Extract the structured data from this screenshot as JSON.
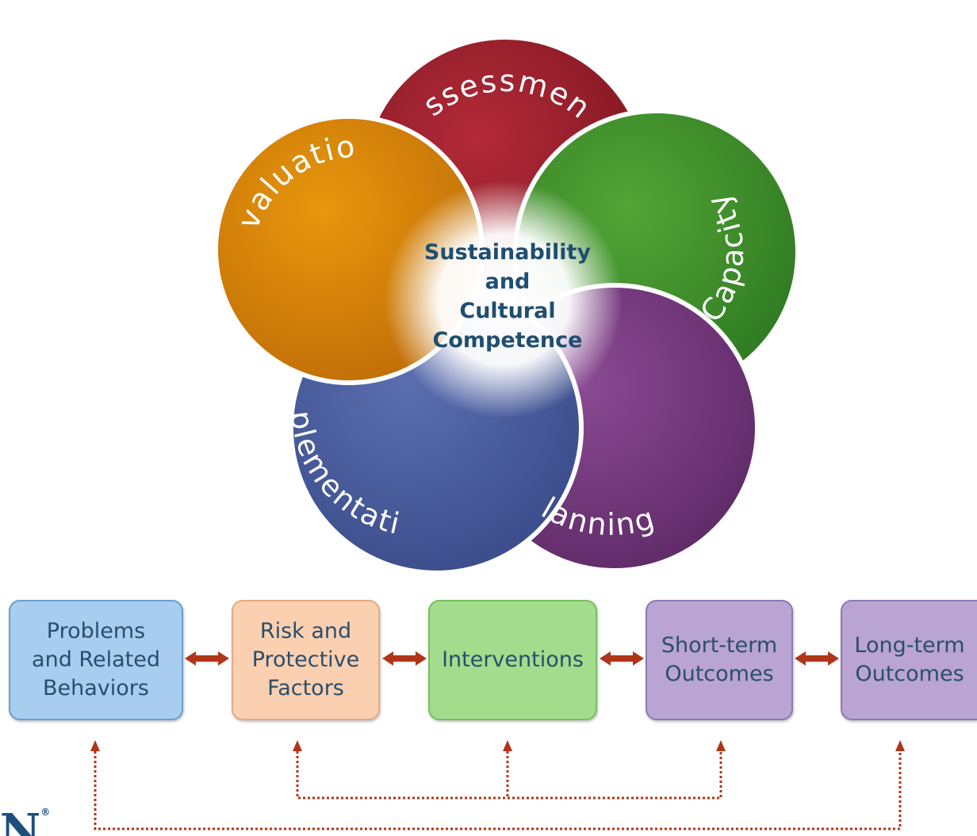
{
  "wheel": {
    "segments": [
      {
        "id": "assessment",
        "label": "Assessment",
        "color": "#b32a38",
        "dark": "#7d1620"
      },
      {
        "id": "capacity",
        "label": "Capacity",
        "color": "#52a536",
        "dark": "#2f7a22"
      },
      {
        "id": "planning",
        "label": "Planning",
        "color": "#8a4a92",
        "dark": "#5f2a68"
      },
      {
        "id": "implementation",
        "label": "Implementation",
        "color": "#5b6eaf",
        "dark": "#3a4c8a"
      },
      {
        "id": "evaluation",
        "label": "Evaluation",
        "color": "#e8970c",
        "dark": "#c06e08"
      }
    ],
    "center_lines": [
      "Sustainability",
      "and",
      "Cultural",
      "Competence"
    ]
  },
  "flow": {
    "boxes": [
      {
        "id": "problems",
        "label": "Problems\nand Related\nBehaviors",
        "fill": "#a8cdee",
        "border": "#6a9fcf"
      },
      {
        "id": "risk",
        "label": "Risk and\nProtective\nFactors",
        "fill": "#fbd0b0",
        "border": "#e3aa84"
      },
      {
        "id": "interventions",
        "label": "Interventions",
        "fill": "#a3dc8c",
        "border": "#77bf5d"
      },
      {
        "id": "short_term",
        "label": "Short-term\nOutcomes",
        "fill": "#b9a4d3",
        "border": "#8f78b3"
      },
      {
        "id": "long_term",
        "label": "Long-term\nOutcomes",
        "fill": "#b9a4d3",
        "border": "#8f78b3"
      }
    ],
    "arrow_color": "#b03518",
    "feedback_color": "#b03518"
  },
  "logo": {
    "text": "N",
    "mark": "®"
  }
}
